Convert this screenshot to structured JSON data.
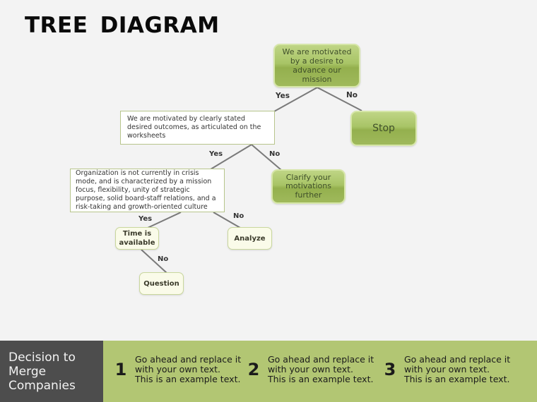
{
  "title": "TREE  DIAGRAM",
  "diagram": {
    "nodes": {
      "root": "We are motivated by a desire to advance our mission",
      "stop": "Stop",
      "outcomes": "We are motivated by clearly stated desired outcomes, as articulated on the worksheets",
      "clarify": "Clarify your motivations further",
      "organization": "Organization is not currently in crisis mode, and is characterized by a mission focus, flexibility, unity of strategic purpose, solid board-staff relations, and a risk-taking and growth-oriented culture",
      "time": "Time is available",
      "analyze": "Analyze",
      "question": "Question"
    },
    "edges": {
      "root_yes": "Yes",
      "root_no": "No",
      "outcomes_yes": "Yes",
      "outcomes_no": "No",
      "org_yes": "Yes",
      "org_no": "No",
      "time_no": "No"
    }
  },
  "footer": {
    "heading": "Decision to Merge Companies",
    "steps": [
      {
        "number": "1",
        "text": "Go ahead and replace it\nwith your own text.\nThis is an example text."
      },
      {
        "number": "2",
        "text": "Go ahead and replace it\nwith your own text.\nThis is an example text."
      },
      {
        "number": "3",
        "text": "Go ahead and replace it\nwith your own text.\nThis is an example text."
      }
    ]
  },
  "colors": {
    "background": "#f3f3f3",
    "green_node": "#a8c466",
    "footer_dark": "#4d4d4d",
    "footer_green": "#b2c673"
  }
}
